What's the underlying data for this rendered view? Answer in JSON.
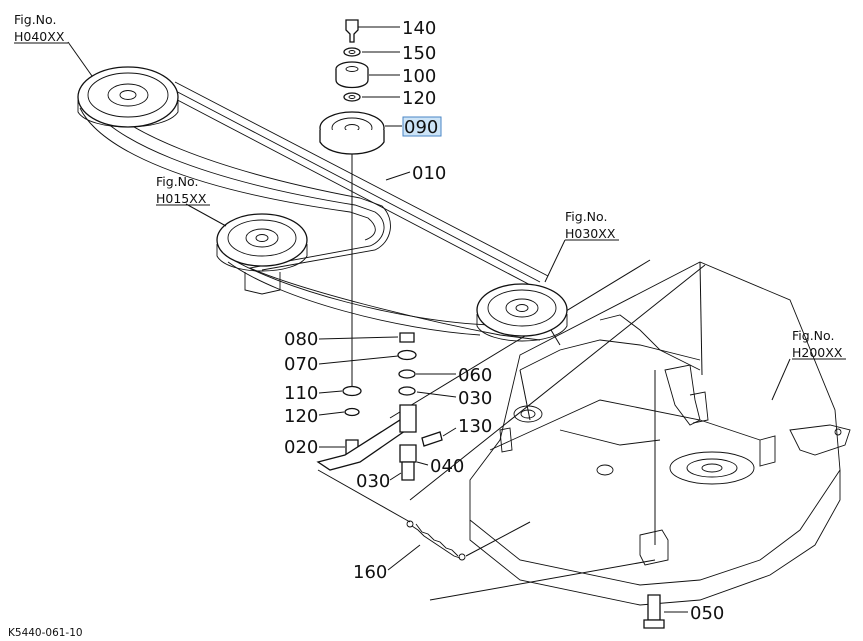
{
  "diagram": {
    "image_code": "K5440-061-10",
    "figure_refs": [
      {
        "id": "h040",
        "fig_label": "Fig.No.",
        "fig_no": "H040XX"
      },
      {
        "id": "h015",
        "fig_label": "Fig.No.",
        "fig_no": "H015XX"
      },
      {
        "id": "h030",
        "fig_label": "Fig.No.",
        "fig_no": "H030XX"
      },
      {
        "id": "h200",
        "fig_label": "Fig.No.",
        "fig_no": "H200XX"
      }
    ],
    "callouts": [
      {
        "id": "c140",
        "text": "140",
        "highlighted": false
      },
      {
        "id": "c150",
        "text": "150",
        "highlighted": false
      },
      {
        "id": "c100",
        "text": "100",
        "highlighted": false
      },
      {
        "id": "c120a",
        "text": "120",
        "highlighted": false
      },
      {
        "id": "c090",
        "text": "090",
        "highlighted": true
      },
      {
        "id": "c010",
        "text": "010",
        "highlighted": false
      },
      {
        "id": "c080",
        "text": "080",
        "highlighted": false
      },
      {
        "id": "c070",
        "text": "070",
        "highlighted": false
      },
      {
        "id": "c060",
        "text": "060",
        "highlighted": false
      },
      {
        "id": "c110",
        "text": "110",
        "highlighted": false
      },
      {
        "id": "c030a",
        "text": "030",
        "highlighted": false
      },
      {
        "id": "c120b",
        "text": "120",
        "highlighted": false
      },
      {
        "id": "c130",
        "text": "130",
        "highlighted": false
      },
      {
        "id": "c020",
        "text": "020",
        "highlighted": false
      },
      {
        "id": "c040",
        "text": "040",
        "highlighted": false
      },
      {
        "id": "c030b",
        "text": "030",
        "highlighted": false
      },
      {
        "id": "c160",
        "text": "160",
        "highlighted": false
      },
      {
        "id": "c050",
        "text": "050",
        "highlighted": false
      }
    ],
    "highlight_color": "#cde4f7"
  }
}
